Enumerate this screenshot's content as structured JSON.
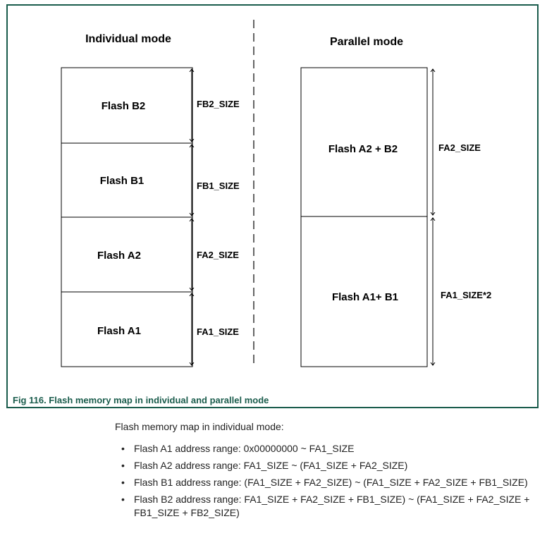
{
  "figure": {
    "left_title": "Individual mode",
    "right_title": "Parallel mode",
    "individual_blocks": [
      "Flash B2",
      "Flash B1",
      "Flash A2",
      "Flash A1"
    ],
    "individual_sizes": [
      "FB2_SIZE",
      "FB1_SIZE",
      "FA2_SIZE",
      "FA1_SIZE"
    ],
    "parallel_blocks": [
      "Flash A2 + B2",
      "Flash A1+ B1"
    ],
    "parallel_sizes": [
      "FA2_SIZE",
      "FA1_SIZE*2"
    ],
    "caption": "Fig 116. Flash memory map in individual and parallel mode",
    "frame_color": "#1a5c4c"
  },
  "text": {
    "intro": "Flash memory map in individual mode:",
    "bullets": [
      "Flash A1 address range: 0x00000000 ~ FA1_SIZE",
      "Flash A2 address range: FA1_SIZE ~ (FA1_SIZE + FA2_SIZE)",
      "Flash B1 address range: (FA1_SIZE + FA2_SIZE) ~ (FA1_SIZE + FA2_SIZE + FB1_SIZE)",
      "Flash B2 address range: FA1_SIZE + FA2_SIZE + FB1_SIZE) ~ (FA1_SIZE + FA2_SIZE + FB1_SIZE + FB2_SIZE)"
    ]
  }
}
